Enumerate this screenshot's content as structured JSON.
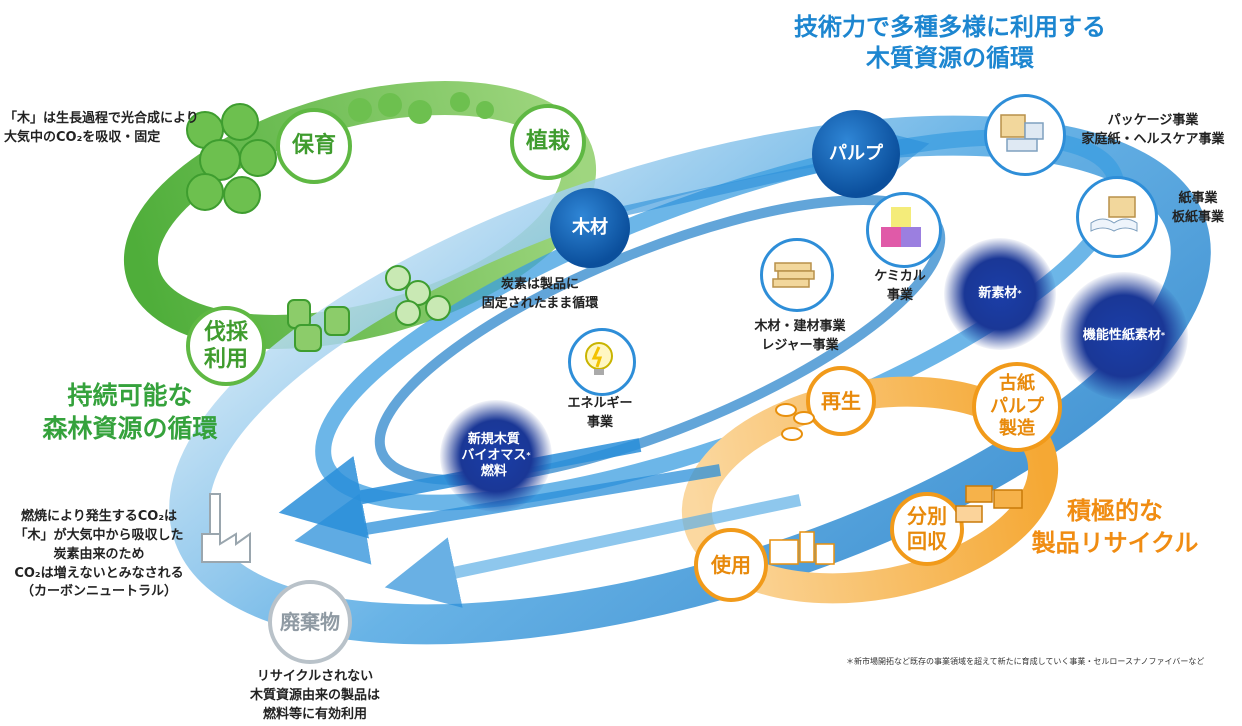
{
  "headings": {
    "forest": "持続可能な\n森林資源の循環",
    "tech": "技術力で多種多様に利用する\n木質資源の循環",
    "recycle": "積極的な\n製品リサイクル"
  },
  "nodes": {
    "hoiku": "保育",
    "shokusai": "植栽",
    "bassai": "伐採\n利用",
    "mokuzai": "木材",
    "pulp": "パルプ",
    "saisei": "再生",
    "koshi": "古紙\nパルプ\n製造",
    "bunbetsu": "分別\n回収",
    "shiyou": "使用",
    "haikibutsu": "廃棄物",
    "shinki": "新規木質\nバイオマス\n燃料",
    "shinsozai": "新素材",
    "kinousei": "機能性紙素材"
  },
  "labels": {
    "ki_note": "「木」は生長過程で光合成により\n大気中のCO₂を吸収・固定",
    "carbon_note": "炭素は製品に\n固定されたまま循環",
    "energy": "エネルギー\n事業",
    "wood_business": "木材・建材事業\nレジャー事業",
    "chemical": "ケミカル\n事業",
    "package": "パッケージ事業\n家庭紙・ヘルスケア事業",
    "paper": "紙事業\n板紙事業",
    "combustion": "燃焼により発生するCO₂は\n「木」が大気中から吸収した\n炭素由来のため\nCO₂は増えないとみなされる\n（カーボンニュートラル）",
    "waste_note": "リサイクルされない\n木質資源由来の製品は\n燃料等に有効利用"
  },
  "asterisk": "*",
  "footnote": "＊新市場開拓など既存の事業領域を超えて新たに育成していく事業・セルロースナノファイバーなど",
  "colors": {
    "green": "#5fb843",
    "blue": "#2a8fda",
    "navy": "#1a3796",
    "orange": "#f19a1a",
    "gray": "#b9c2c9"
  }
}
